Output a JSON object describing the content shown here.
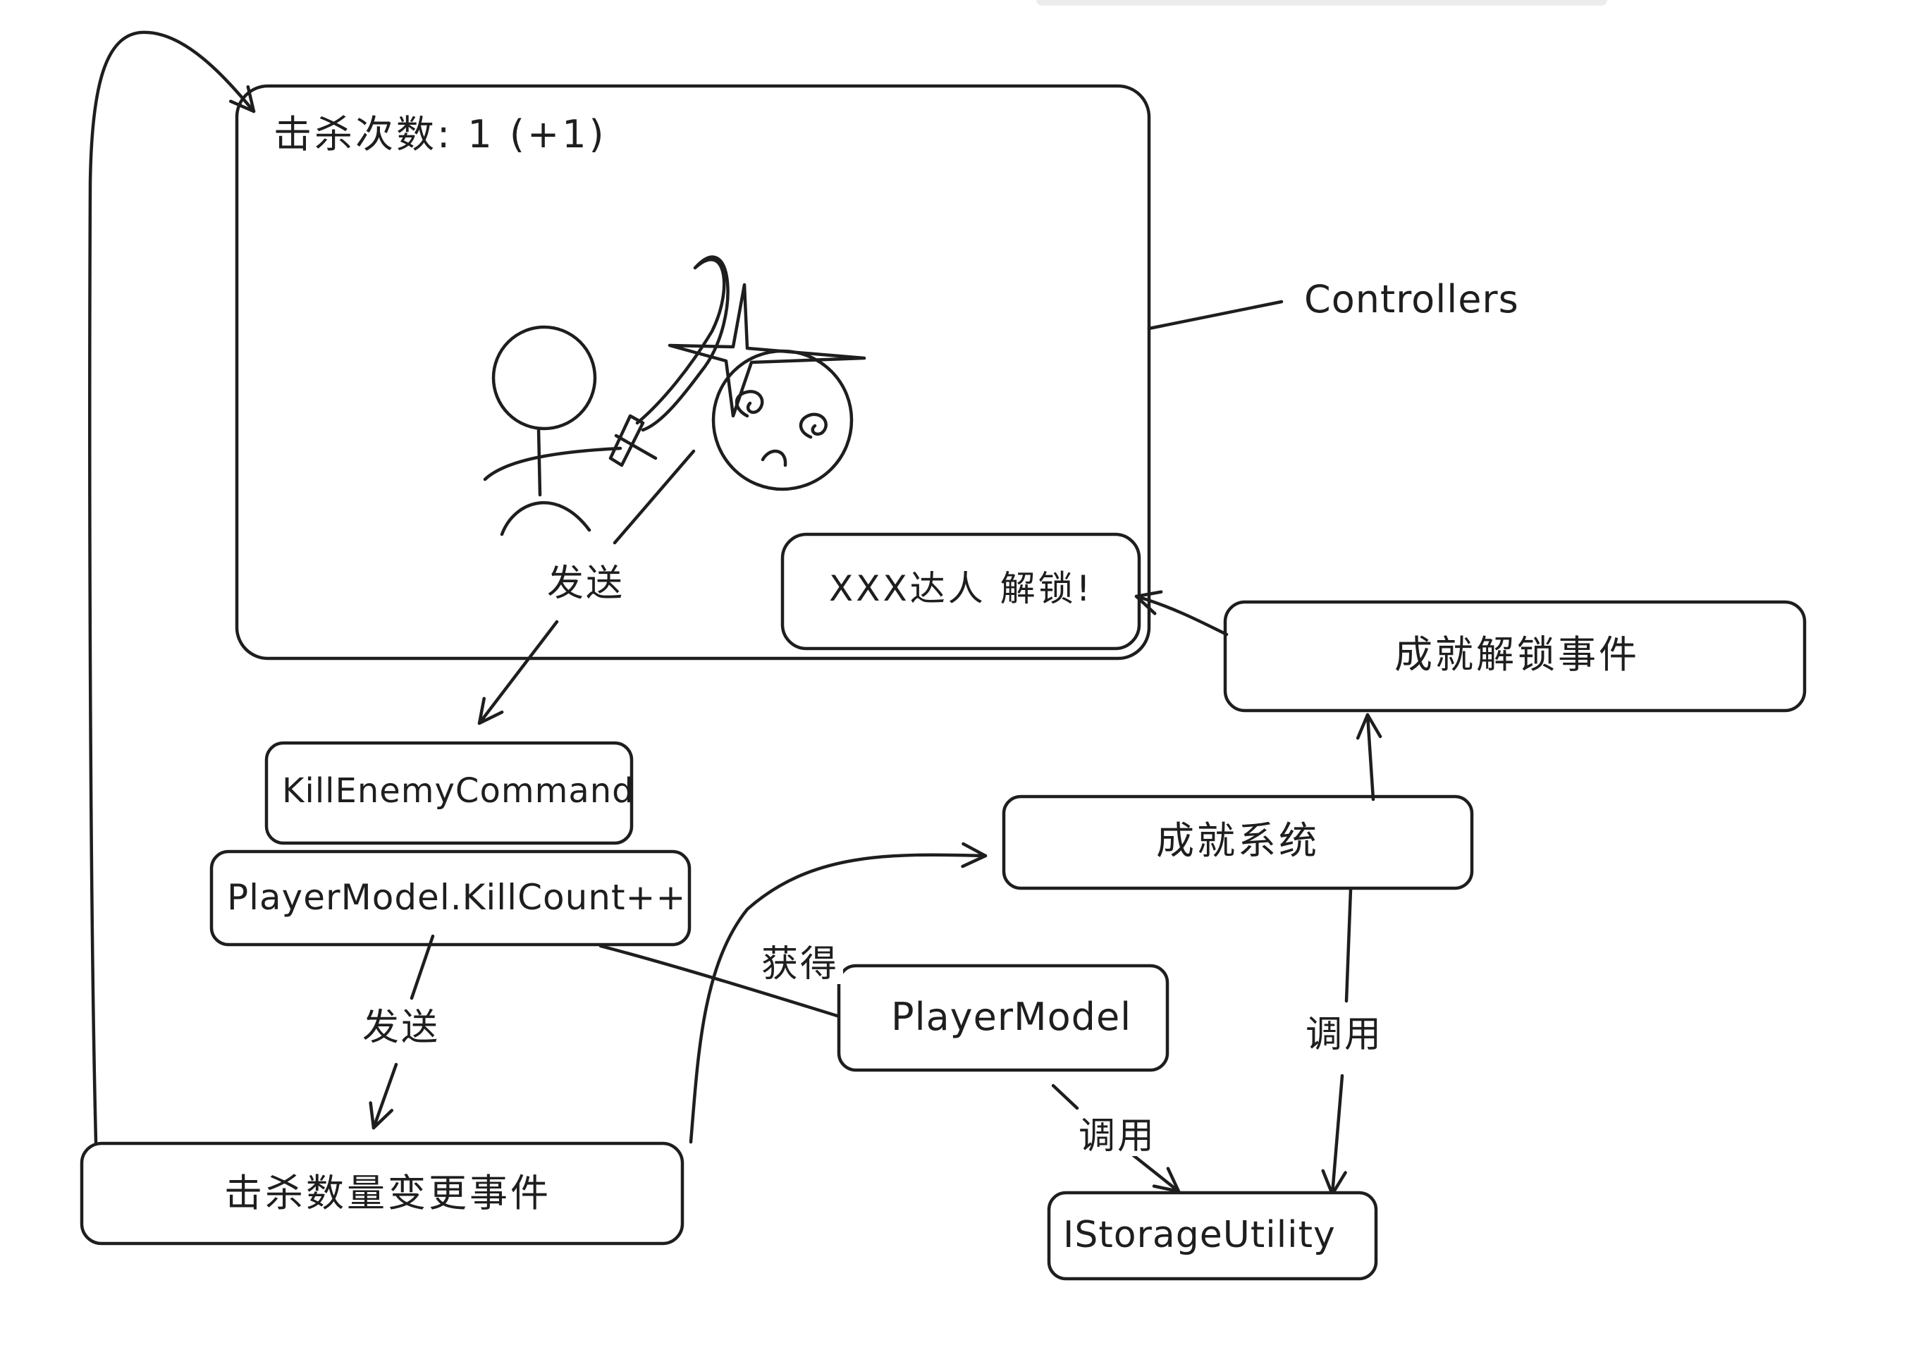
{
  "canvas": {
    "game_screen_counter": "击杀次数: 1 (+1)",
    "controllers_label": "Controllers",
    "toast_label": "XXX达人 解锁!"
  },
  "nodes": {
    "kill_enemy_command": "KillEnemyCommand",
    "player_model_killcount": "PlayerModel.KillCount++",
    "kill_count_changed_event": "击杀数量变更事件",
    "achievement_system": "成就系统",
    "achievement_unlocked_event": "成就解锁事件",
    "player_model": "PlayerModel",
    "storage_utility": "IStorageUtility"
  },
  "edges": {
    "send_command": "发送",
    "send_event": "发送",
    "get_model": "获得",
    "system_calls_storage": "调用",
    "model_calls_storage": "调用"
  },
  "colors": {
    "ink": "#1e1e1e",
    "background": "#ffffff"
  }
}
